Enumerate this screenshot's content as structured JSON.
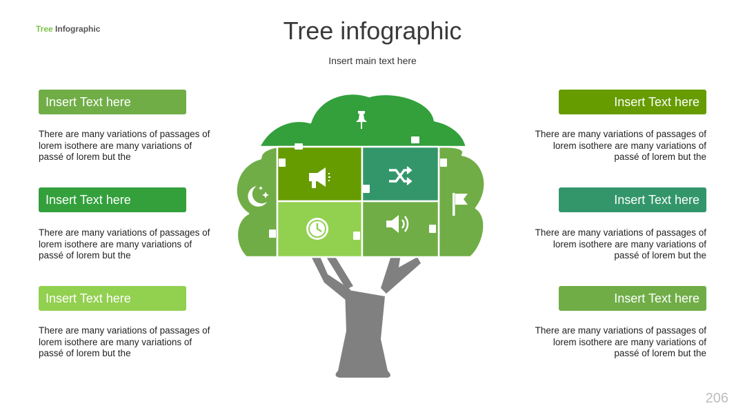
{
  "brand": {
    "word1": "Tree",
    "word2": "Infographic"
  },
  "title": "Tree infographic",
  "subtitle": "Insert main text here",
  "page_number": "206",
  "left_items": [
    {
      "label": "Insert Text here",
      "color": "#70ad47",
      "text": "There are many variations of passages of lorem isothere are many variations of passé of lorem but the"
    },
    {
      "label": "Insert Text here",
      "color": "#33a03c",
      "text": "There are many variations of passages of lorem isothere are many variations of passé of lorem but the"
    },
    {
      "label": "Insert Text here",
      "color": "#92d050",
      "text": "There are many variations of passages of lorem isothere are many variations of passé of lorem but the"
    }
  ],
  "right_items": [
    {
      "label": "Insert Text here",
      "color": "#669c00",
      "text": "There are many variations of passages of lorem isothere are many variations of passé of lorem but the"
    },
    {
      "label": "Insert Text here",
      "color": "#33966a",
      "text": "There are many variations of passages of lorem isothere are many variations of passé of lorem but the"
    },
    {
      "label": "Insert Text here",
      "color": "#70ad47",
      "text": "There are many variations of passages of lorem isothere are many variations of passé of lorem but the"
    }
  ],
  "tree": {
    "trunk_color": "#808080",
    "pieces": [
      {
        "name": "top",
        "color": "#33a03c",
        "icon": "pushpin-icon"
      },
      {
        "name": "left",
        "color": "#70ad47",
        "icon": "moon-stars-icon"
      },
      {
        "name": "right",
        "color": "#70ad47",
        "icon": "flag-icon"
      },
      {
        "name": "center-top-left",
        "color": "#669c00",
        "icon": "megaphone-icon"
      },
      {
        "name": "center-top-right",
        "color": "#33966a",
        "icon": "shuffle-icon"
      },
      {
        "name": "center-bottom-left",
        "color": "#92d050",
        "icon": "clock-icon"
      },
      {
        "name": "center-bottom-right",
        "color": "#70ad47",
        "icon": "speaker-icon"
      }
    ]
  }
}
